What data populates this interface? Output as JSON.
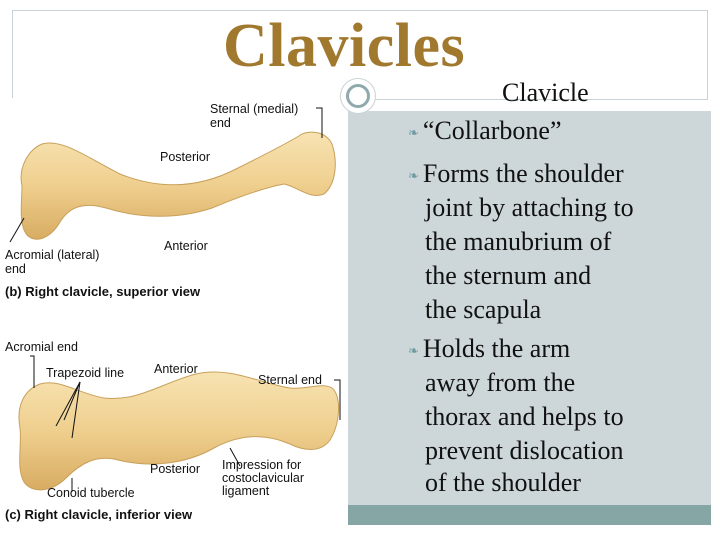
{
  "slide": {
    "title": "Clavicles",
    "subtitle": "Clavicle",
    "bullets": [
      {
        "lines": [
          "“Collarbone”"
        ]
      },
      {
        "lines": [
          "Forms the shoulder",
          "joint by attaching to",
          "the manubrium of",
          "the sternum and",
          "the scapula"
        ]
      },
      {
        "lines": [
          "Holds the arm",
          "away from the",
          "thorax and helps to",
          "prevent dislocation",
          "of the shoulder"
        ]
      }
    ]
  },
  "figure": {
    "superior": {
      "sternal_end_1": "Sternal (medial)",
      "sternal_end_2": "end",
      "posterior": "Posterior",
      "anterior": "Anterior",
      "acromial_1": "Acromial (lateral)",
      "acromial_2": "end",
      "caption": "(b) Right clavicle, superior view"
    },
    "inferior": {
      "acromial_end": "Acromial end",
      "trapezoid_line": "Trapezoid line",
      "anterior": "Anterior",
      "sternal_end": "Sternal end",
      "posterior": "Posterior",
      "impression_1": "Impression for",
      "impression_2": "costoclavicular",
      "impression_3": "ligament",
      "conoid": "Conoid tubercle",
      "caption": "(c) Right clavicle, inferior view"
    }
  }
}
